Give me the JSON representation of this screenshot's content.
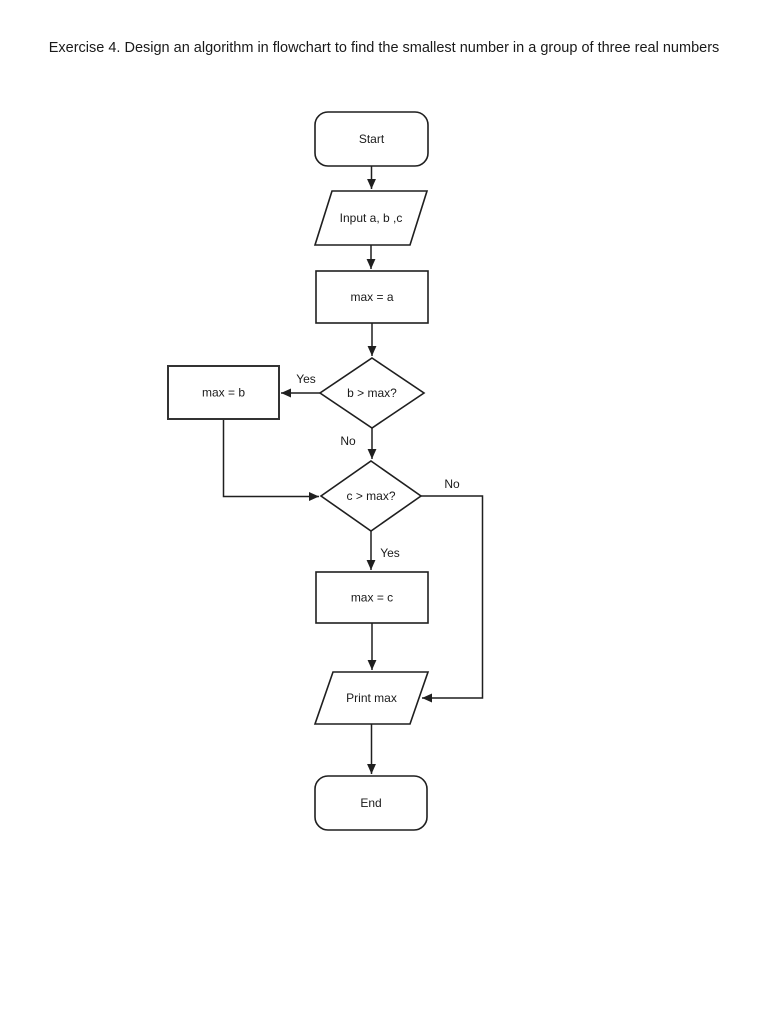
{
  "page": {
    "title": "Exercise 4. Design an algorithm in flowchart to find the smallest number in a group of three real numbers"
  },
  "colors": {
    "background": "#ffffff",
    "shape_fill": "#ffffff",
    "stroke": "#1f1f1f",
    "text": "#1a1a1a"
  },
  "flowchart": {
    "nodes": {
      "start": {
        "label": "Start",
        "shape": "rounded-rectangle"
      },
      "input": {
        "label": "Input a, b ,c",
        "shape": "parallelogram"
      },
      "max_a": {
        "label": "max = a",
        "shape": "rectangle"
      },
      "decision_b": {
        "label": "b > max?",
        "shape": "diamond"
      },
      "max_b": {
        "label": "max = b",
        "shape": "rectangle"
      },
      "decision_c": {
        "label": "c > max?",
        "shape": "diamond"
      },
      "max_c": {
        "label": "max = c",
        "shape": "rectangle"
      },
      "print_max": {
        "label": "Print max",
        "shape": "parallelogram"
      },
      "end": {
        "label": "End",
        "shape": "rounded-rectangle"
      }
    },
    "edge_labels": {
      "b_yes": "Yes",
      "b_no": "No",
      "c_no": "No",
      "c_yes": "Yes"
    },
    "edges": [
      {
        "from": "start",
        "to": "input",
        "label": ""
      },
      {
        "from": "input",
        "to": "max_a",
        "label": ""
      },
      {
        "from": "max_a",
        "to": "decision_b",
        "label": ""
      },
      {
        "from": "decision_b",
        "to": "max_b",
        "label": "Yes"
      },
      {
        "from": "decision_b",
        "to": "decision_c",
        "label": "No"
      },
      {
        "from": "max_b",
        "to": "decision_c",
        "label": ""
      },
      {
        "from": "decision_c",
        "to": "max_c",
        "label": "Yes"
      },
      {
        "from": "decision_c",
        "to": "print_max",
        "label": "No"
      },
      {
        "from": "max_c",
        "to": "print_max",
        "label": ""
      },
      {
        "from": "print_max",
        "to": "end",
        "label": ""
      }
    ]
  }
}
